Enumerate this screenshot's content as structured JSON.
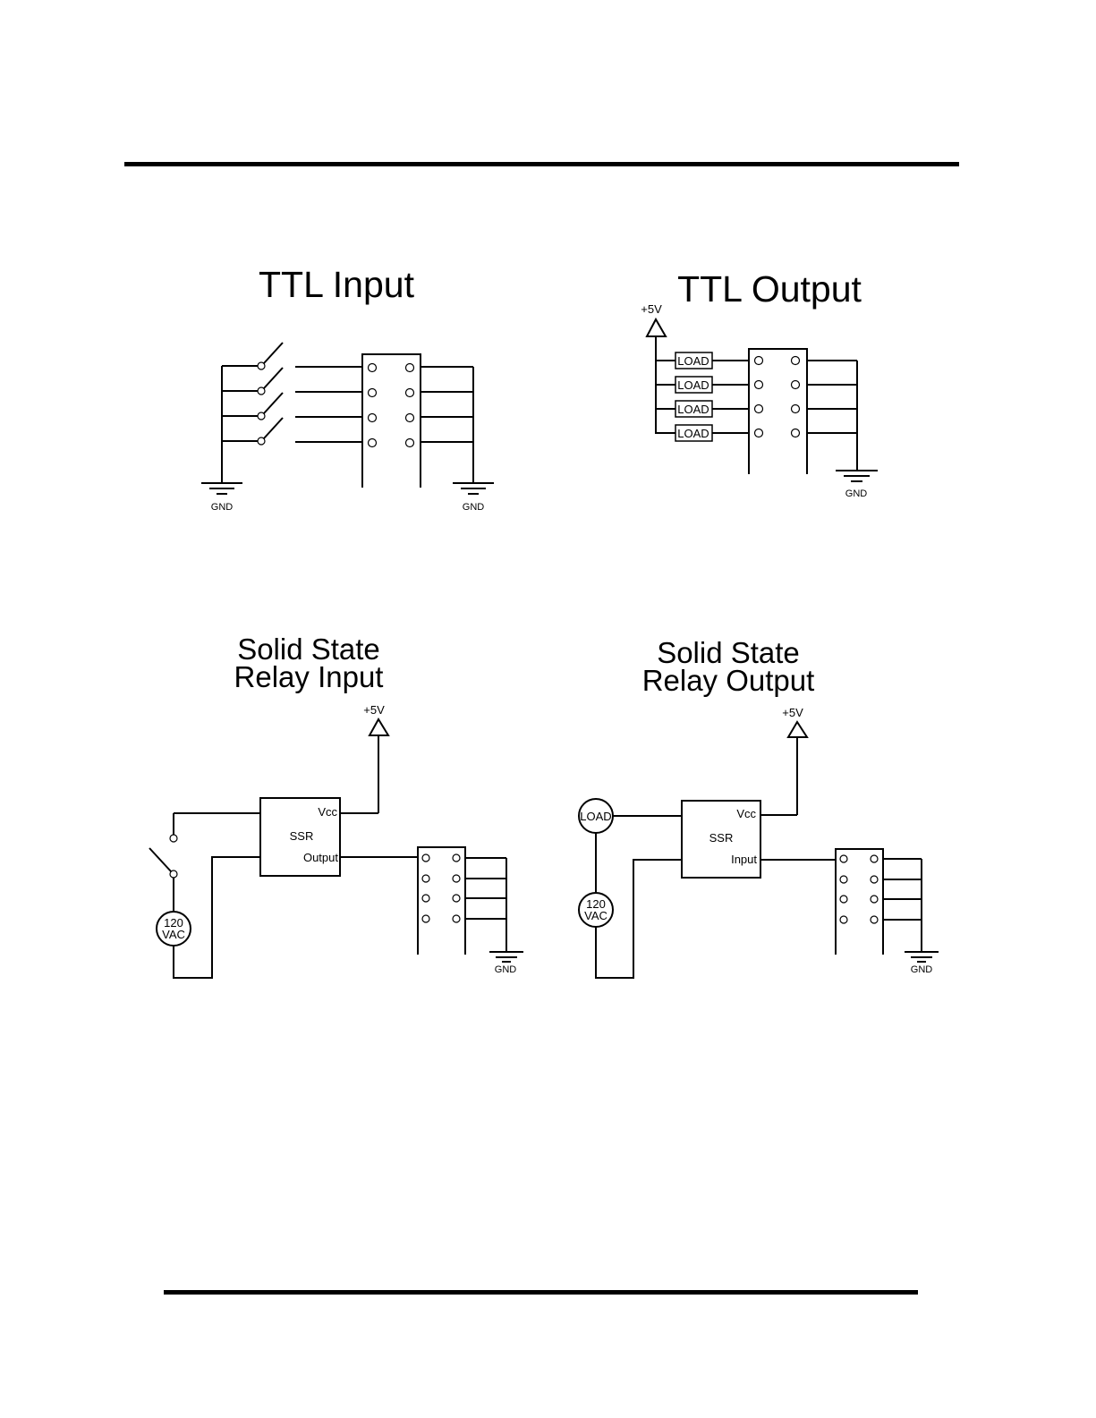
{
  "diagrams": {
    "ttl_input": {
      "title": "TTL Input",
      "gnd_left": "GND",
      "gnd_right": "GND"
    },
    "ttl_output": {
      "title": "TTL Output",
      "supply": "+5V",
      "loads": [
        "LOAD",
        "LOAD",
        "LOAD",
        "LOAD"
      ],
      "gnd": "GND"
    },
    "ssr_input": {
      "title_line1": "Solid State",
      "title_line2": "Relay Input",
      "supply": "+5V",
      "ssr_label": "SSR",
      "vcc_label": "Vcc",
      "pin_label": "Output",
      "source_line1": "120",
      "source_line2": "VAC",
      "gnd": "GND"
    },
    "ssr_output": {
      "title_line1": "Solid State",
      "title_line2": "Relay Output",
      "supply": "+5V",
      "ssr_label": "SSR",
      "vcc_label": "Vcc",
      "pin_label": "Input",
      "load": "LOAD",
      "source_line1": "120",
      "source_line2": "VAC",
      "gnd": "GND"
    }
  }
}
